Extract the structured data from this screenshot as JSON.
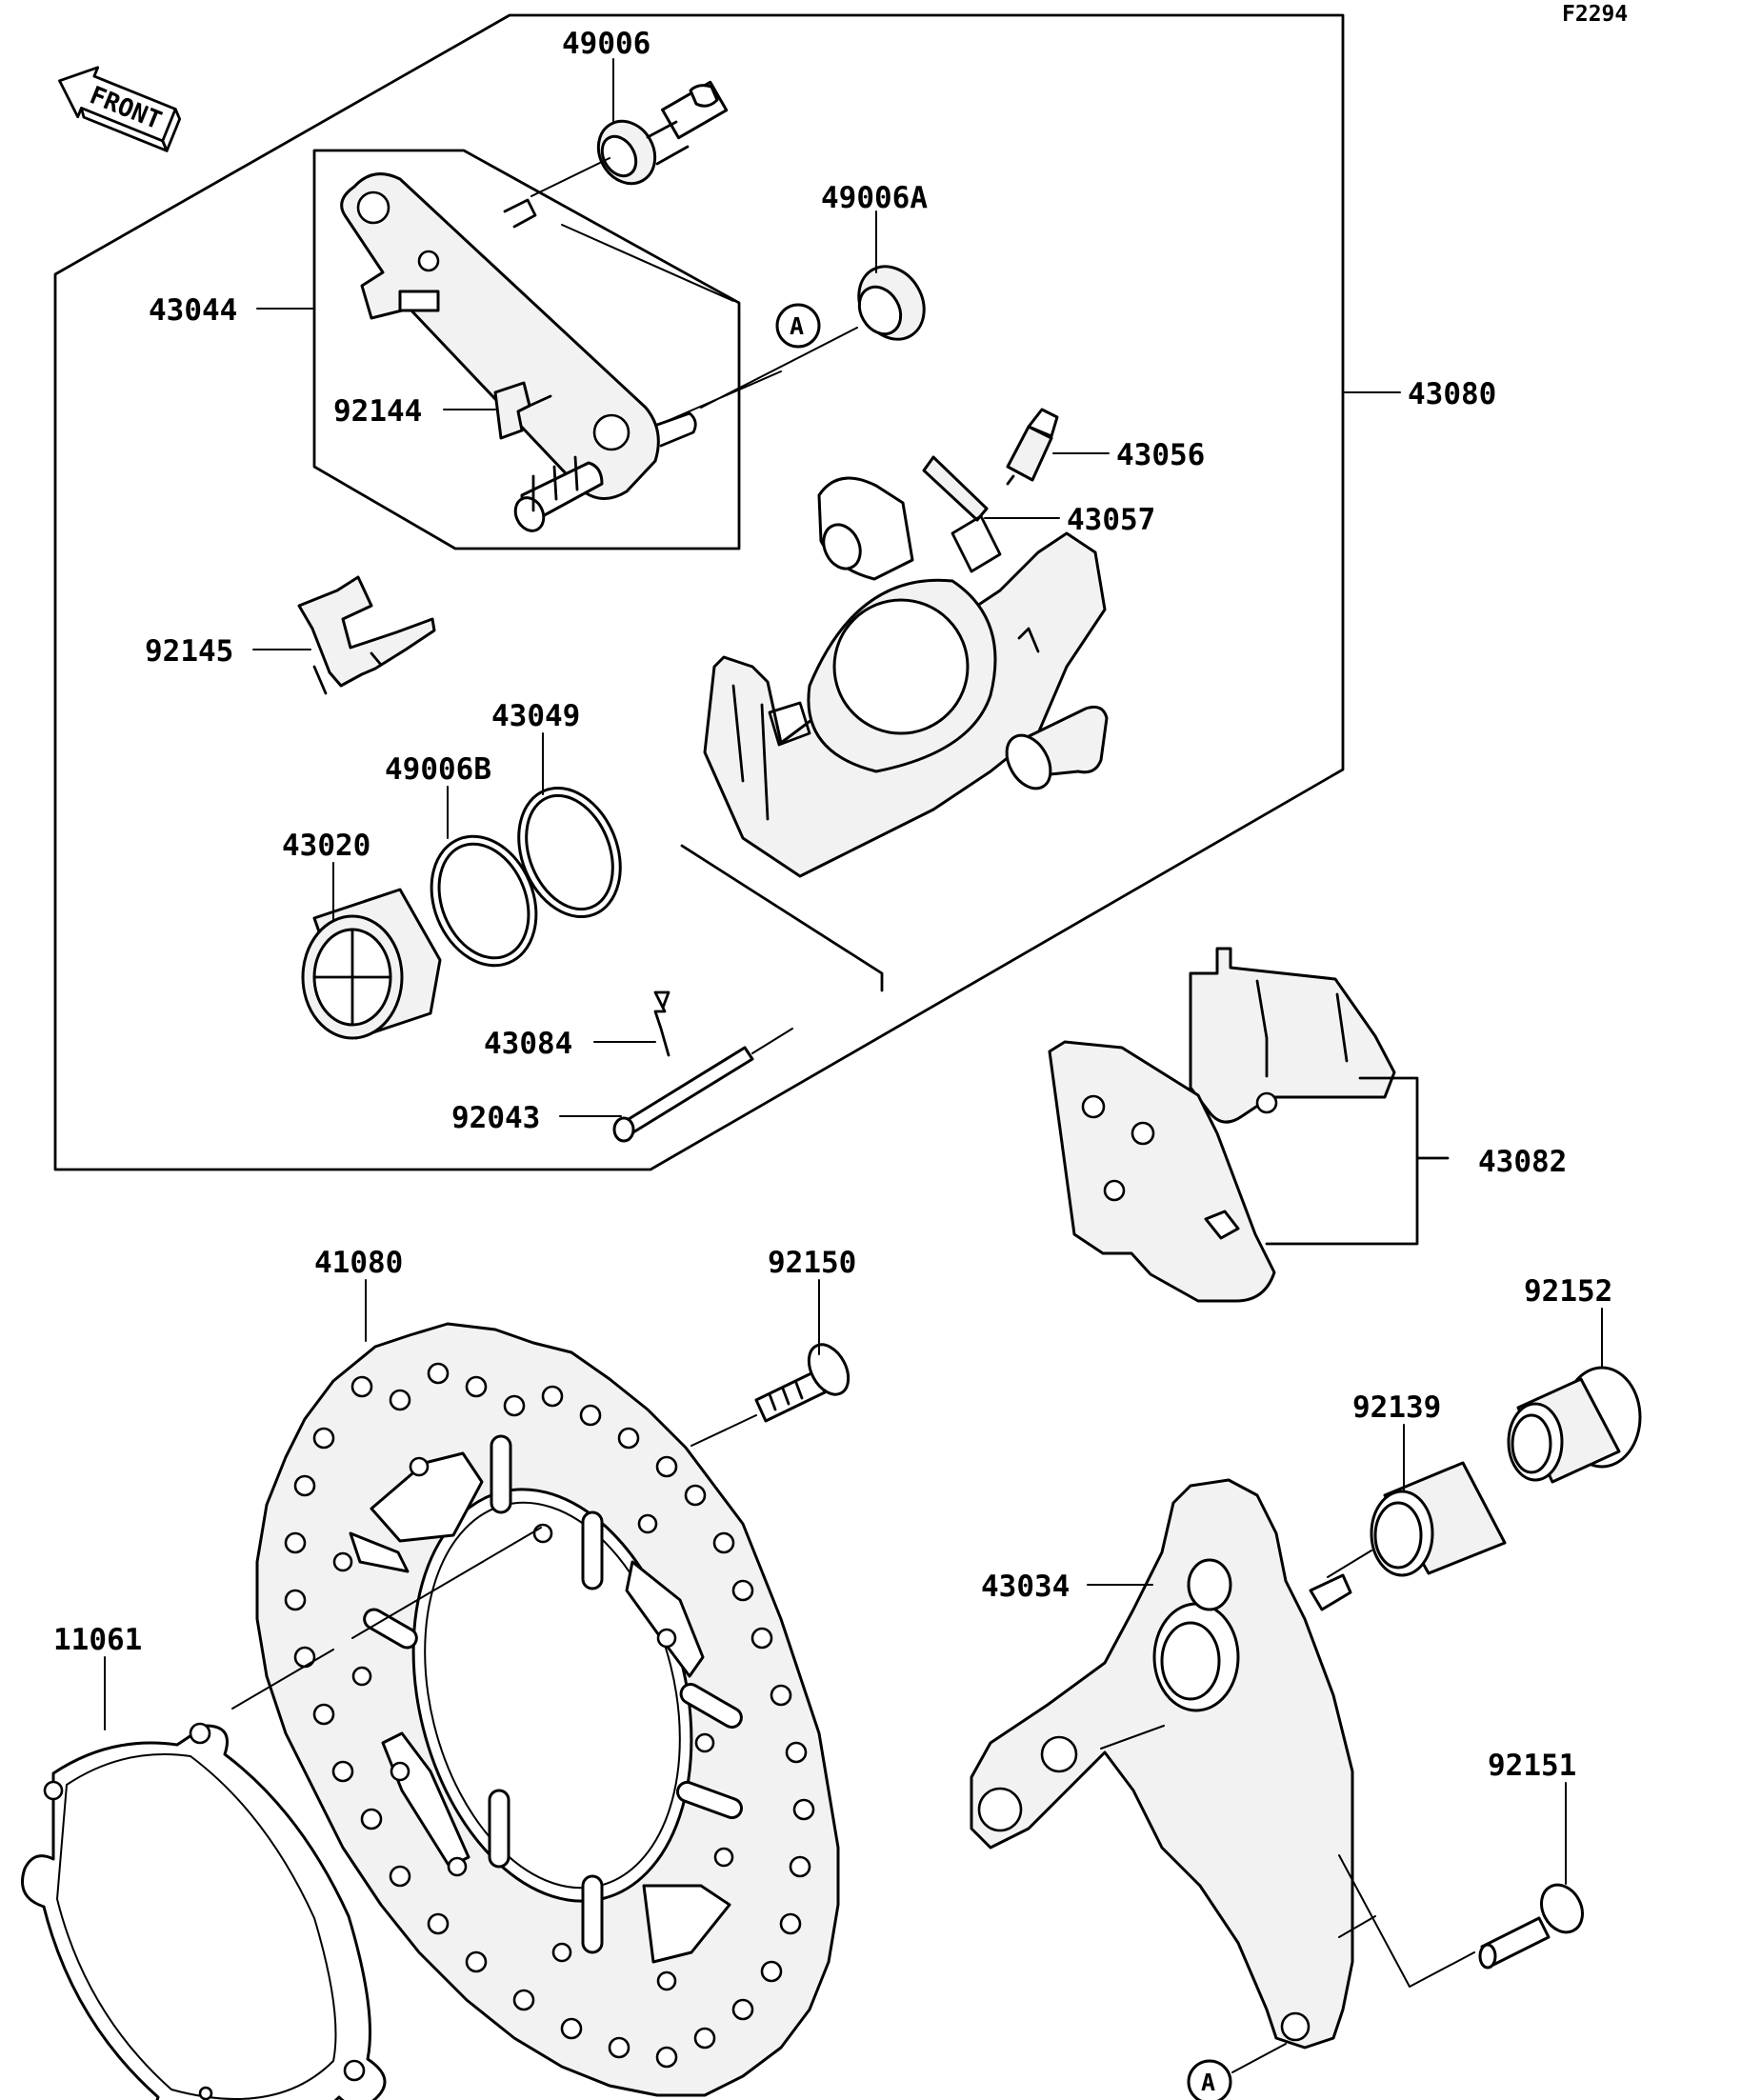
{
  "diagram_code": "F2294",
  "front_label": "FRONT",
  "reference_marker": "A",
  "parts": {
    "p49006": "49006",
    "p49006A": "49006A",
    "p43044": "43044",
    "p92144": "92144",
    "p43080": "43080",
    "p43056": "43056",
    "p43057": "43057",
    "p92145": "92145",
    "p43049": "43049",
    "p49006B": "49006B",
    "p43020": "43020",
    "p43084": "43084",
    "p92043": "92043",
    "p43082": "43082",
    "p41080": "41080",
    "p92150": "92150",
    "p92152": "92152",
    "p92139": "92139",
    "p43034": "43034",
    "p11061": "11061",
    "p92151": "92151"
  }
}
